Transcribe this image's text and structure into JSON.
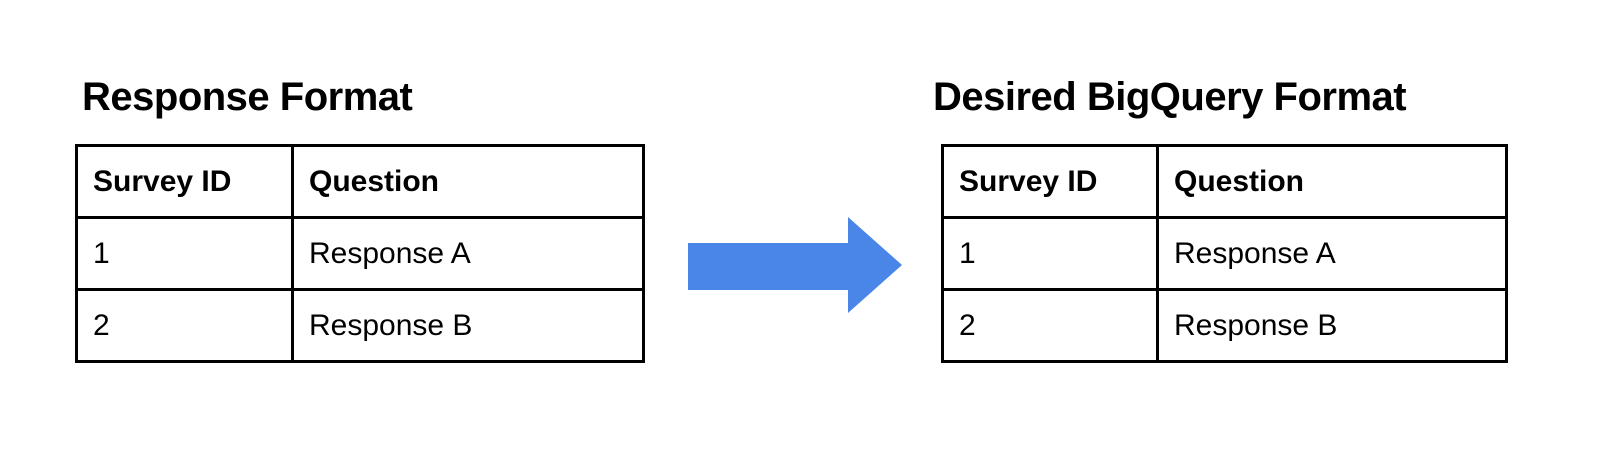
{
  "background_color": "#ffffff",
  "text_color": "#000000",
  "table_border_color": "#000000",
  "arrow": {
    "direction": "right",
    "color": "#4A86E8"
  },
  "left_panel": {
    "title": "Response Format",
    "table": {
      "headers": [
        "Survey ID",
        "Question"
      ],
      "rows": [
        {
          "survey_id": "1",
          "question": "Response A"
        },
        {
          "survey_id": "2",
          "question": "Response B"
        }
      ]
    }
  },
  "right_panel": {
    "title": "Desired BigQuery Format",
    "table": {
      "headers": [
        "Survey ID",
        "Question"
      ],
      "rows": [
        {
          "survey_id": "1",
          "question": "Response A"
        },
        {
          "survey_id": "2",
          "question": "Response B"
        }
      ]
    }
  }
}
